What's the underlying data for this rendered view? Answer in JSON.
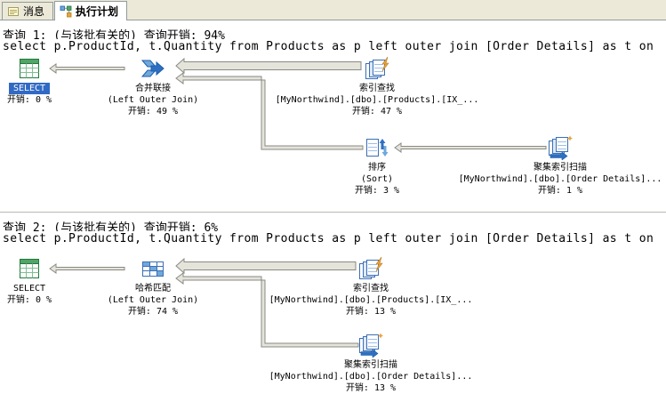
{
  "colors": {
    "selection": "#316AC5",
    "chrome": "#ECE9D8",
    "tab-border": "#919B9C",
    "arrow-fill": "#E4E4DA",
    "arrow-stroke": "#8A8A84"
  },
  "tabs": [
    {
      "label": "消息",
      "icon": "messages-icon",
      "active": false
    },
    {
      "label": "执行计划",
      "icon": "execution-plan-icon",
      "active": true
    }
  ],
  "queries": [
    {
      "header": "查询 1: (与该批有关的) 查询开销: 94%",
      "sql": "select p.ProductId, t.Quantity from Products as p left outer join [Order Details] as t on",
      "nodes": [
        {
          "icon": "select-icon",
          "title": "SELECT",
          "cost": "开销: 0 %",
          "selected": true
        },
        {
          "icon": "merge-join-icon",
          "title": "合并联接",
          "subtitle": "(Left Outer Join)",
          "cost": "开销: 49 %"
        },
        {
          "icon": "index-seek-icon",
          "title": "索引查找",
          "subtitle": "[MyNorthwind].[dbo].[Products].[IX_...",
          "cost": "开销: 47 %"
        },
        {
          "icon": "sort-icon",
          "title": "排序",
          "subtitle": "(Sort)",
          "cost": "开销: 3 %"
        },
        {
          "icon": "clustered-index-scan-icon",
          "title": "聚集索引扫描",
          "subtitle": "[MyNorthwind].[dbo].[Order Details]...",
          "cost": "开销: 1 %"
        }
      ]
    },
    {
      "header": "查询 2: (与该批有关的) 查询开销: 6%",
      "sql": "select p.ProductId, t.Quantity from Products as p left outer join [Order Details] as t on",
      "nodes": [
        {
          "icon": "select-icon",
          "title": "SELECT",
          "cost": "开销: 0 %",
          "selected": false
        },
        {
          "icon": "hash-match-icon",
          "title": "哈希匹配",
          "subtitle": "(Left Outer Join)",
          "cost": "开销: 74 %"
        },
        {
          "icon": "index-seek-icon",
          "title": "索引查找",
          "subtitle": "[MyNorthwind].[dbo].[Products].[IX_...",
          "cost": "开销: 13 %"
        },
        {
          "icon": "clustered-index-scan-icon",
          "title": "聚集索引扫描",
          "subtitle": "[MyNorthwind].[dbo].[Order Details]...",
          "cost": "开销: 13 %"
        }
      ]
    }
  ]
}
